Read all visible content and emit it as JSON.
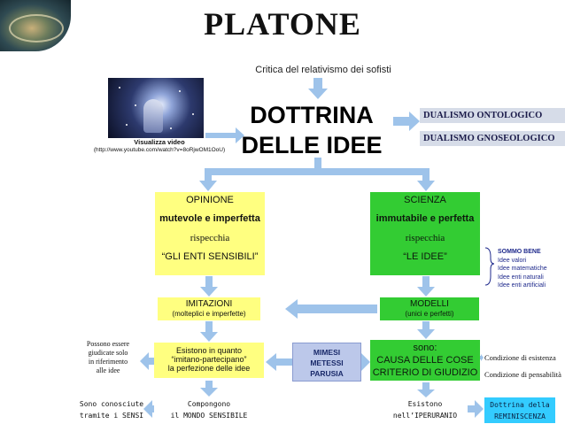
{
  "title": "PLATONE",
  "subtitle": "Critica del relativismo dei sofisti",
  "center": {
    "line1": "DOTTRINA",
    "line2": "DELLE IDEE"
  },
  "dualism": {
    "ontological": "DUALISMO ONTOLOGICO",
    "gnoseological": "DUALISMO GNOSEOLOGICO"
  },
  "video": {
    "caption": "Visualizza video",
    "url": "(http://www.youtube.com/watch?v=8oRjwOM1OoU)"
  },
  "opinione": {
    "title": "OPINIONE",
    "quality": "mutevole e imperfetta",
    "verb": "rispecchia",
    "object": "“GLI ENTI SENSIBILI”"
  },
  "scienza": {
    "title": "SCIENZA",
    "quality": "immutabile e perfetta",
    "verb": "rispecchia",
    "object": "“LE IDEE”"
  },
  "imitazioni": {
    "title": "IMITAZIONI",
    "detail": "(molteplici e imperfette)"
  },
  "modelli": {
    "title": "MODELLI",
    "detail": "(unici e perfetti)"
  },
  "esistono": {
    "line1": "Esistono in quanto",
    "line2": "“imitano-partecipano”",
    "line3": "la perfezione delle idee"
  },
  "mimesi": {
    "line1": "MIMESI",
    "line2": "METESSI",
    "line3": "PARUSIA"
  },
  "sono": {
    "line1": "sono:",
    "line2": "CAUSA DELLE COSE",
    "line3": "CRITERIO DI GIUDIZIO"
  },
  "sommo": [
    "SOMMO BENE",
    "Idee valori",
    "Idee matematiche",
    "Idee enti naturali",
    "Idee enti artificiali"
  ],
  "possono": {
    "line1": "Possono essere",
    "line2": "giudicate solo",
    "line3": "in riferimento",
    "line4": "alle idee"
  },
  "conditions": {
    "existence": "Condizione di esistenza",
    "thinkability": "Condizione di pensabilità"
  },
  "bottom": {
    "known_line1": "Sono conosciute",
    "known_line2": "tramite i SENSI",
    "world_line1": "Compongono",
    "world_line2": "il MONDO SENSIBILE",
    "exist_line1": "Esistono",
    "exist_line2": "nell’IPERURANIO",
    "rem_line1": "Dottrina della",
    "rem_line2": "REMINISCENZA"
  },
  "colors": {
    "arrow": "#9ec3ea",
    "yellow": "#ffff80",
    "green": "#33cc33",
    "mimesi": "#bcc8ea",
    "reminiscenza": "#33ccff"
  }
}
